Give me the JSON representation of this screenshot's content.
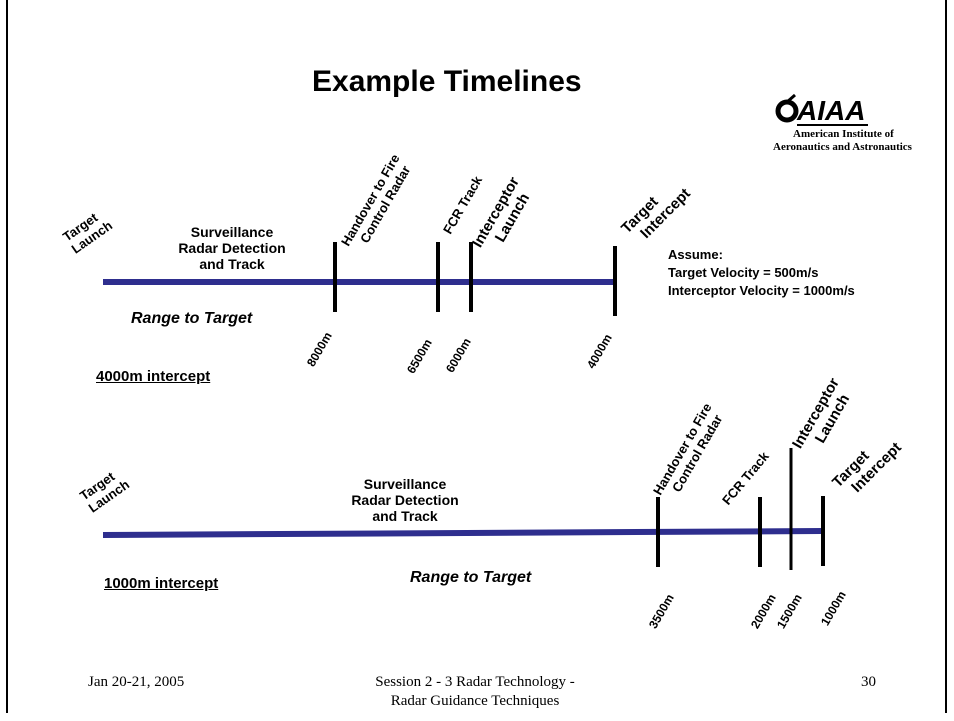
{
  "title": "Example Timelines",
  "logo": {
    "text": "AIAA",
    "line1": "American Institute of",
    "line2": "Aeronautics and Astronautics"
  },
  "timeline1": {
    "start_label": [
      "Target",
      "Launch"
    ],
    "phase_label": [
      "Surveillance",
      "Radar Detection",
      "and Track"
    ],
    "event_handover": [
      "Handover to Fire",
      "Control Radar"
    ],
    "event_fcr": [
      "FCR Track"
    ],
    "event_interceptor": [
      "Interceptor",
      "Launch"
    ],
    "event_intercept": [
      "Target",
      "Intercept"
    ],
    "range_label": "Range to Target",
    "distances": [
      "8000m",
      "6500m",
      "6000m",
      "4000m"
    ],
    "caption": "4000m intercept"
  },
  "assumptions": {
    "heading": "Assume:",
    "line1": "Target Velocity = 500m/s",
    "line2": "Interceptor Velocity = 1000m/s"
  },
  "timeline2": {
    "start_label": [
      "Target",
      "Launch"
    ],
    "phase_label": [
      "Surveillance",
      "Radar Detection",
      "and Track"
    ],
    "event_handover": [
      "Handover to Fire",
      "Control Radar"
    ],
    "event_fcr": [
      "FCR Track"
    ],
    "event_interceptor": [
      "Interceptor",
      "Launch"
    ],
    "event_intercept": [
      "Target",
      "Intercept"
    ],
    "range_label": "Range to Target",
    "distances": [
      "3500m",
      "2000m",
      "1500m",
      "1000m"
    ],
    "caption": "1000m intercept"
  },
  "footer": {
    "date": "Jan 20-21, 2005",
    "session_line1": "Session 2 - 3  Radar Technology -",
    "session_line2": "Radar Guidance Techniques",
    "page_number": "30"
  },
  "colors": {
    "timeline_bar": "#2e2e8e",
    "marker": "#000000"
  }
}
